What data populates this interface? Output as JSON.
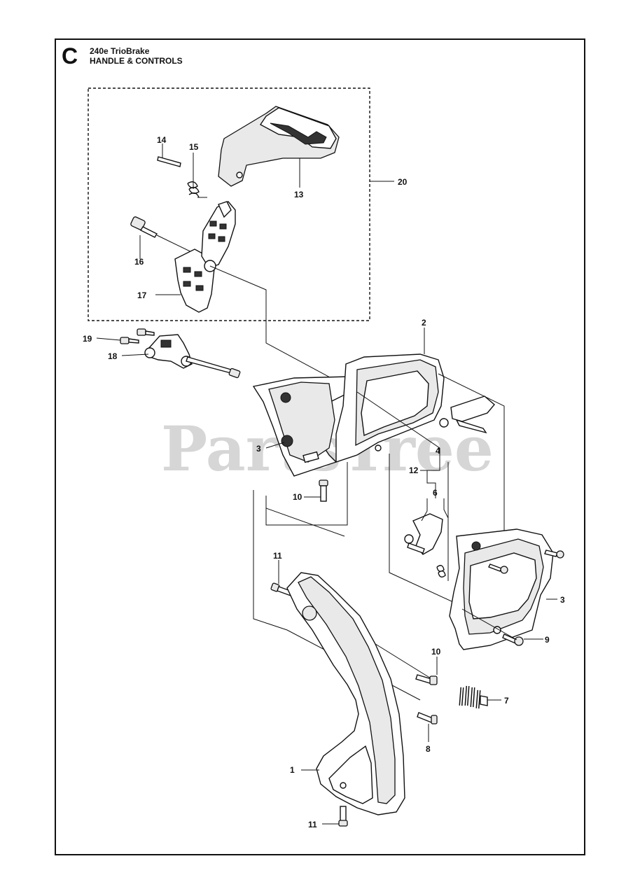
{
  "header": {
    "section_letter": "C",
    "model": "240e TrioBrake",
    "title": "HANDLE & CONTROLS"
  },
  "watermark": "PartsTree",
  "callouts": [
    {
      "id": "c20",
      "text": "20",
      "part": "handle-kit-assembly"
    },
    {
      "id": "c14",
      "text": "14",
      "part": "pin"
    },
    {
      "id": "c15",
      "text": "15",
      "part": "torsion-spring"
    },
    {
      "id": "c13",
      "text": "13",
      "part": "throttle-lockout"
    },
    {
      "id": "c16",
      "text": "16",
      "part": "screw"
    },
    {
      "id": "c17",
      "text": "17",
      "part": "throttle-trigger"
    },
    {
      "id": "c2",
      "text": "2",
      "part": "rear-handle"
    },
    {
      "id": "c19",
      "text": "19",
      "part": "screw"
    },
    {
      "id": "c18",
      "text": "18",
      "part": "switch-assembly"
    },
    {
      "id": "c3a",
      "text": "3",
      "part": "vibration-damper"
    },
    {
      "id": "c4",
      "text": "4",
      "part": "switch-lever"
    },
    {
      "id": "c12",
      "text": "12",
      "part": "kit"
    },
    {
      "id": "c6",
      "text": "6",
      "part": "lever"
    },
    {
      "id": "c10a",
      "text": "10",
      "part": "screw"
    },
    {
      "id": "c11a",
      "text": "11",
      "part": "screw"
    },
    {
      "id": "c3b",
      "text": "3",
      "part": "handle-cover"
    },
    {
      "id": "c9",
      "text": "9",
      "part": "screw"
    },
    {
      "id": "c10b",
      "text": "10",
      "part": "screw"
    },
    {
      "id": "c7",
      "text": "7",
      "part": "spring"
    },
    {
      "id": "c8",
      "text": "8",
      "part": "screw"
    },
    {
      "id": "c1",
      "text": "1",
      "part": "front-handle"
    },
    {
      "id": "c11b",
      "text": "11",
      "part": "screw"
    }
  ]
}
